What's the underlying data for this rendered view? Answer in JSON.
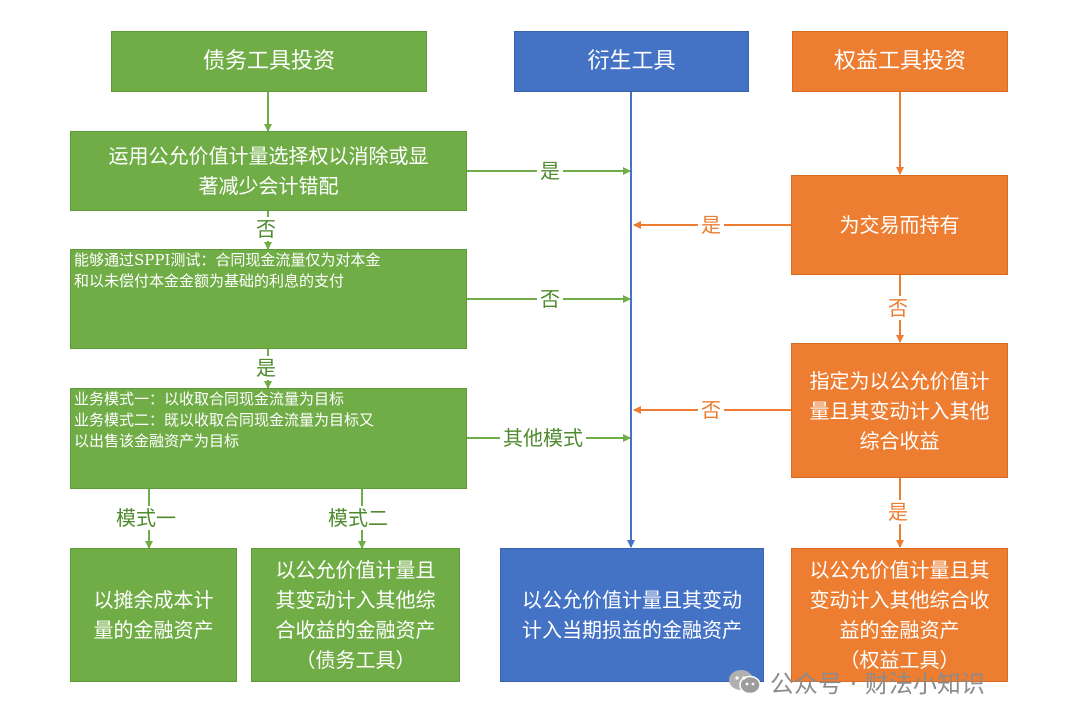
{
  "headers": {
    "debt": "债务工具投资",
    "derivative": "衍生工具",
    "equity": "权益工具投资"
  },
  "boxes": {
    "fvo": [
      "运用公允价值计量选择权以消除或显",
      "著减少会计错配"
    ],
    "sppi": [
      "能够通过SPPI测试：合同现金流量仅为对本金",
      "和以未偿付本金金额为基础的利息的支付"
    ],
    "business_model": [
      "业务模式一：以收取合同现金流量为目标",
      "业务模式二：既以收取合同现金流量为目标又",
      "以出售该金融资产为目标"
    ],
    "amortized_cost": [
      "以摊余成本计",
      "量的金融资产"
    ],
    "fvoci_debt": [
      "以公允价值计量且",
      "其变动计入其他综",
      "合收益的金融资产",
      "（债务工具）"
    ],
    "fvtpl": [
      "以公允价值计量且其变动",
      "计入当期损益的金融资产"
    ],
    "held_for_trading": [
      "为交易而持有"
    ],
    "designated_fvoci": [
      "指定为以公允价值计",
      "量且其变动计入其他",
      "综合收益"
    ],
    "fvoci_equity": [
      "以公允价值计量且其",
      "变动计入其他综合收",
      "益的金融资产",
      "（权益工具）"
    ]
  },
  "labels": {
    "fvo_yes": "是",
    "fvo_no": "否",
    "sppi_no": "否",
    "sppi_yes": "是",
    "other_model": "其他模式",
    "model_one": "模式一",
    "model_two": "模式二",
    "trading_yes": "是",
    "trading_no": "否",
    "designated_no": "否",
    "designated_yes": "是"
  },
  "watermark": "公众号 · 财法小知识",
  "colors": {
    "green": "#70ad47",
    "blue": "#4472c4",
    "orange": "#ed7d31",
    "green_label": "#4f8a2e"
  }
}
